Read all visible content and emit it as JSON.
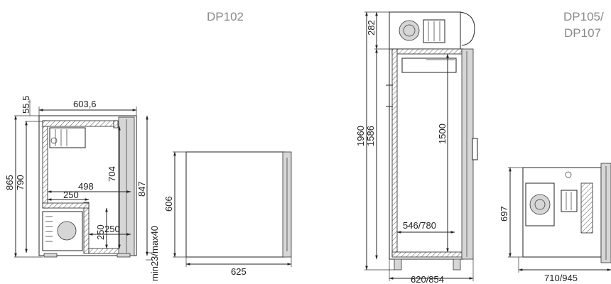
{
  "titles": {
    "dp102": "DP102",
    "dp105_line1": "DP105/",
    "dp105_line2": "DP107"
  },
  "dims": {
    "d_55_5": "55,5",
    "d_603_6": "603,6",
    "d_865": "865",
    "d_790": "790",
    "d_704": "704",
    "d_847": "847",
    "d_498": "498",
    "d_250_a": "250",
    "d_250_b": "250",
    "d_250_c": "250",
    "d_min_max": "min23/max40",
    "d_606": "606",
    "d_625": "625",
    "d_282": "282",
    "d_1960": "1960",
    "d_1586": "1586",
    "d_1500": "1500",
    "d_546_780": "546/780",
    "d_620_854": "620/854",
    "d_697": "697",
    "d_710_945": "710/945"
  }
}
